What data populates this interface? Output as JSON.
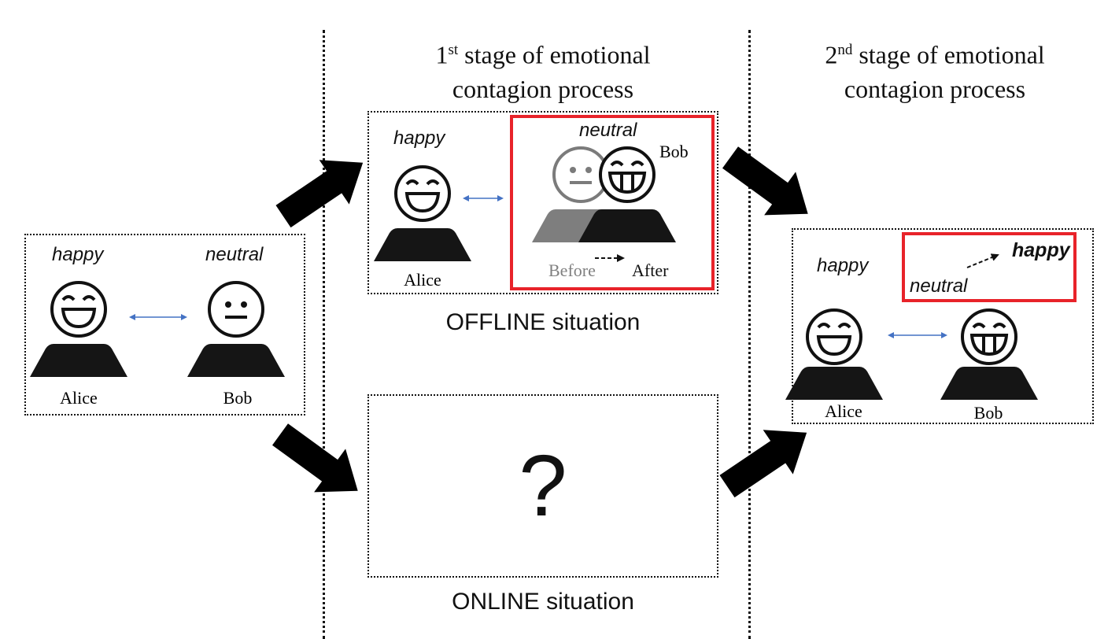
{
  "stage1": {
    "title_num": "1",
    "title_sup": "st",
    "title_rest": " stage of emotional",
    "title_line2": "contagion process"
  },
  "stage2": {
    "title_num": "2",
    "title_sup": "nd",
    "title_rest": " stage of emotional",
    "title_line2": "contagion process"
  },
  "initial": {
    "alice_emotion": "happy",
    "bob_emotion": "neutral",
    "alice_name": "Alice",
    "bob_name": "Bob"
  },
  "offline": {
    "alice_emotion": "happy",
    "bob_emotion": "neutral",
    "alice_name": "Alice",
    "bob_name": "Bob",
    "before_label": "Before",
    "after_label": "After",
    "caption": "OFFLINE situation"
  },
  "online": {
    "unknown": "?",
    "caption": "ONLINE situation"
  },
  "final": {
    "alice_emotion": "happy",
    "bob_from": "neutral",
    "bob_to": "happy",
    "alice_name": "Alice",
    "bob_name": "Bob"
  },
  "colors": {
    "highlight": "#e8232a",
    "interaction_arrow": "#4472c4",
    "before_gray": "#808080"
  }
}
